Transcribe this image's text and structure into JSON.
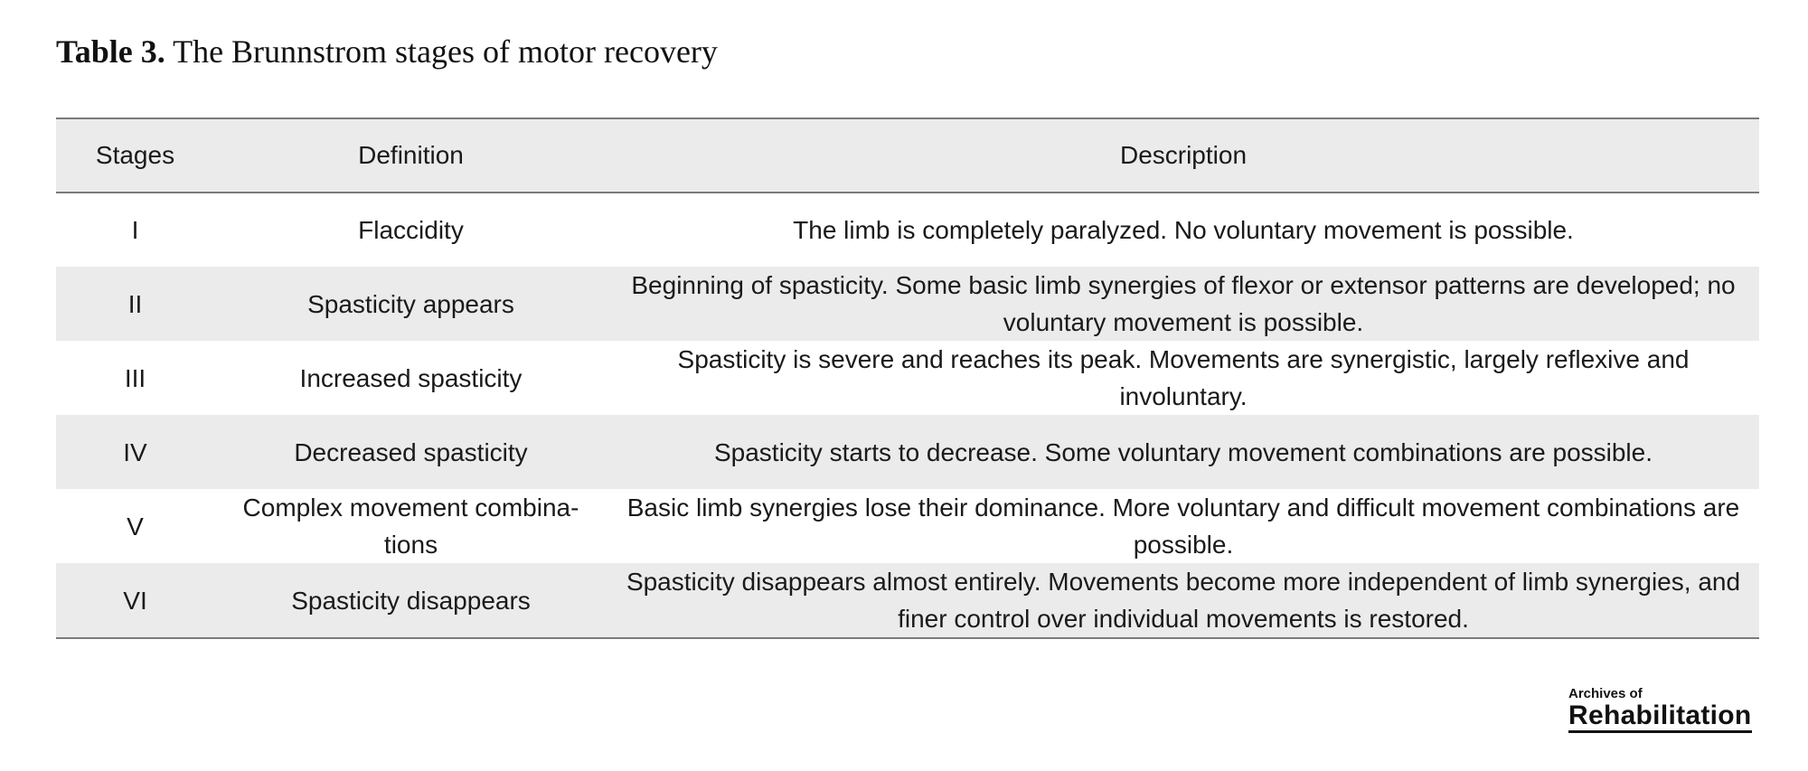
{
  "caption": {
    "label": "Table 3.",
    "title": "The Brunnstrom stages of motor recovery"
  },
  "table": {
    "headers": [
      "Stages",
      "Definition",
      "Description"
    ],
    "rows": [
      {
        "stage": "I",
        "definition": "Flaccidity",
        "description": "The limb is completely paralyzed. No voluntary movement is possible."
      },
      {
        "stage": "II",
        "definition": "Spasticity appears",
        "description": "Beginning of spasticity. Some basic limb synergies of flexor or extensor patterns are developed; no voluntary movement is possible."
      },
      {
        "stage": "III",
        "definition": "Increased spasticity",
        "description": "Spasticity is severe and reaches its peak. Movements are synergistic, largely reflexive and involuntary."
      },
      {
        "stage": "IV",
        "definition": "Decreased spasticity",
        "description": "Spasticity starts to decrease. Some voluntary movement combinations are possible."
      },
      {
        "stage": "V",
        "definition": "Complex movement combina-tions",
        "description": "Basic limb synergies lose their dominance. More voluntary and difficult movement combinations are possible."
      },
      {
        "stage": "VI",
        "definition": "Spasticity disappears",
        "description": "Spasticity disappears almost entirely. Movements become more independent of limb synergies, and finer control over individual movements is restored."
      }
    ]
  },
  "logo": {
    "top_line": "Archives of",
    "bottom_line": "Rehabilitation"
  }
}
